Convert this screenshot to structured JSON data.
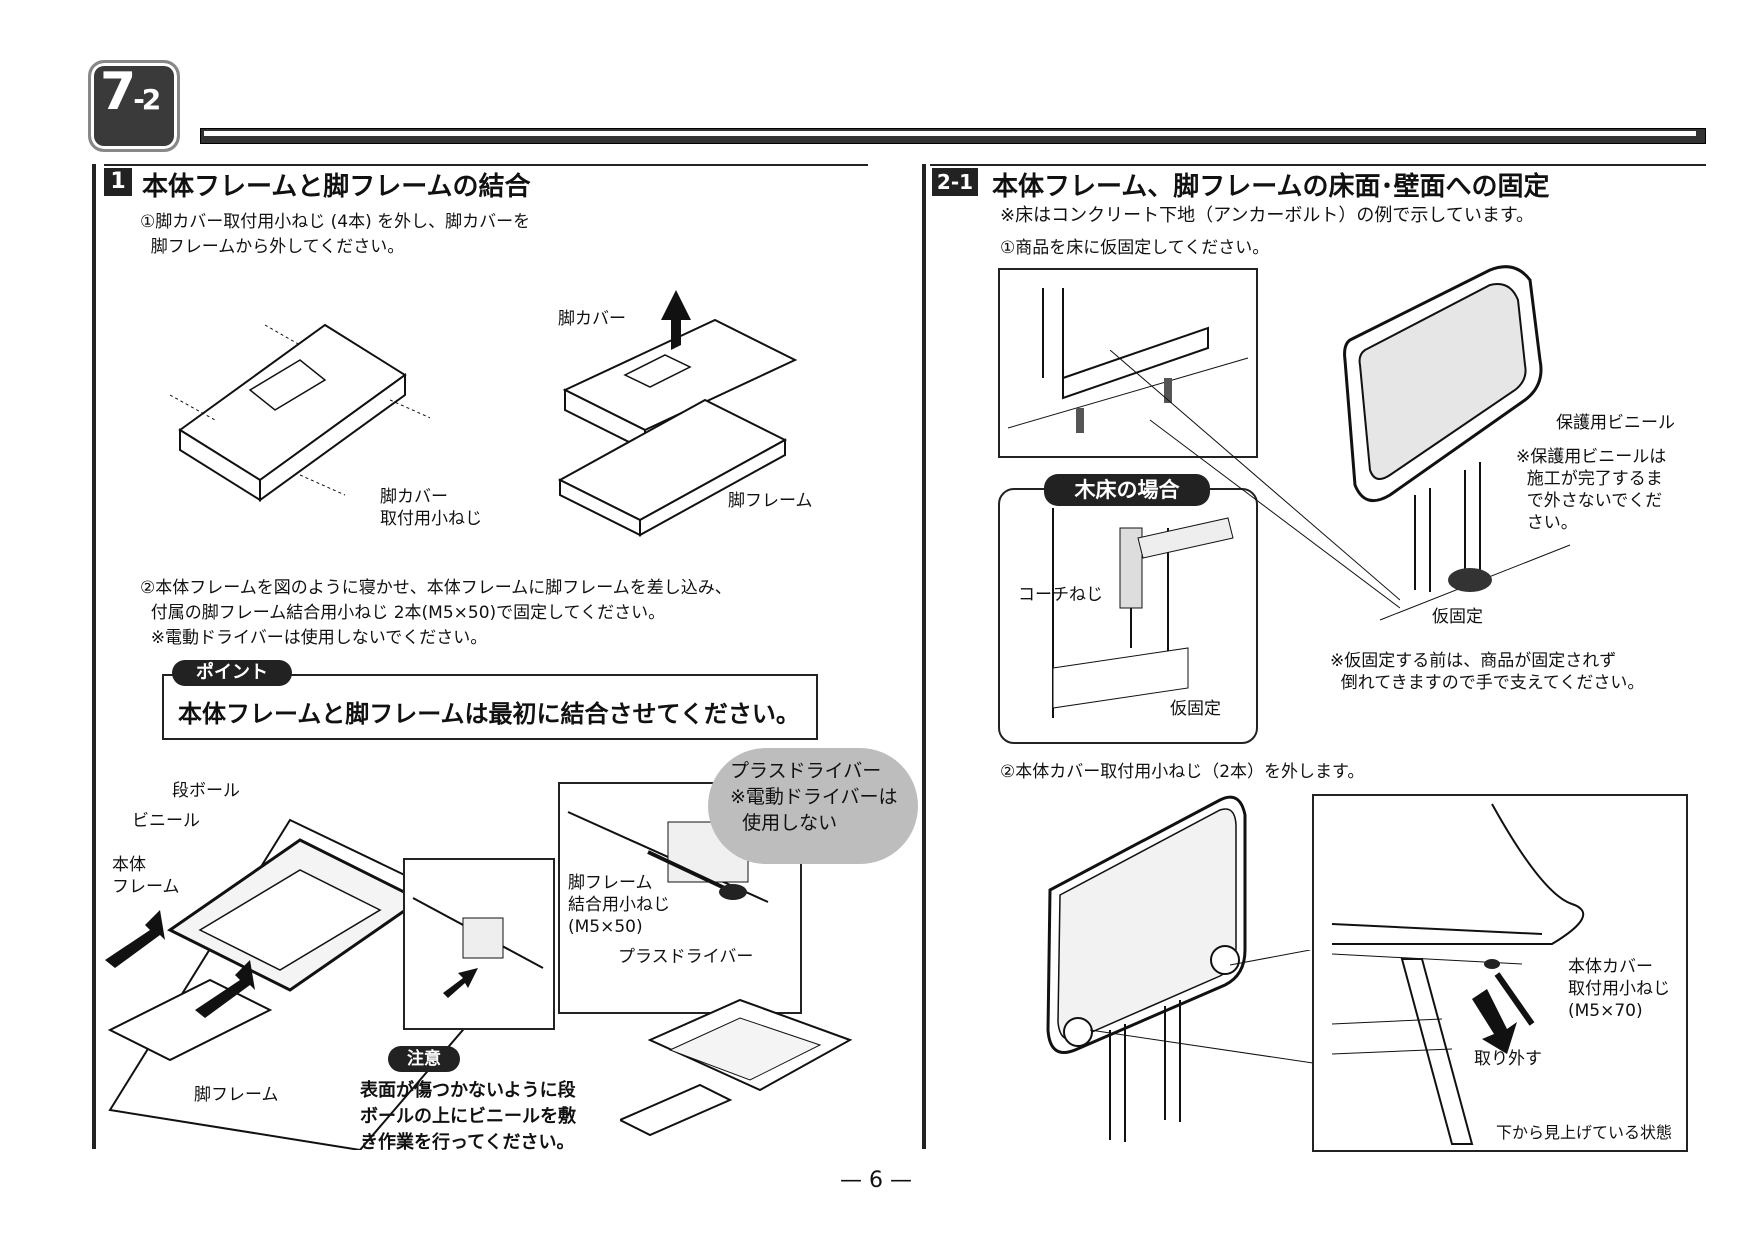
{
  "badge": {
    "main": "7",
    "sub": "-2"
  },
  "left": {
    "section_number": "1",
    "section_title": "本体フレームと脚フレームの結合",
    "step1": "①脚カバー取付用小ねじ (4本) を外し、脚カバーを\n  脚フレームから外してください。",
    "labels": {
      "leg_cover": "脚カバー",
      "leg_cover_screw": "脚カバー\n取付用小ねじ",
      "leg_frame": "脚フレーム"
    },
    "step2": "②本体フレームを図のように寝かせ、本体フレームに脚フレームを差し込み、\n  付属の脚フレーム結合用小ねじ 2本(M5×50)で固定してください。\n  ※電動ドライバーは使用しないでください。",
    "point_label": "ポイント",
    "point_text": "本体フレームと脚フレームは最初に結合させてください。",
    "lower_labels": {
      "cardboard": "段ボール",
      "vinyl": "ビニール",
      "body_frame": "本体\nフレーム",
      "leg_frame": "脚フレーム",
      "leg_frame_screw": "脚フレーム\n結合用小ねじ\n(M5×50)",
      "plus_driver": "プラスドライバー"
    },
    "bubble_text": "プラスドライバー\n※電動ドライバーは\n  使用しない",
    "caution_label": "注意",
    "caution_text": "表面が傷つかないように段\nボールの上にビニールを敷\nき作業を行ってください。"
  },
  "right": {
    "section_number": "2-1",
    "section_title": "本体フレーム、脚フレームの床面･壁面への固定",
    "note": "※床はコンクリート下地（アンカーボルト）の例で示しています。",
    "step1": "①商品を床に仮固定してください。",
    "wood_floor_label": "木床の場合",
    "coach_screw": "コーチねじ",
    "temp_fix_1": "仮固定",
    "temp_fix_2": "仮固定",
    "protect_vinyl": "保護用ビニール",
    "protect_note": "※保護用ビニールは\n  施工が完了するま\n  で外さないでくだ\n  さい。",
    "support_note": "※仮固定する前は、商品が固定されず\n  倒れてきますので手で支えてください。",
    "step2": "②本体カバー取付用小ねじ（2本）を外します。",
    "cover_screw": "本体カバー\n取付用小ねじ\n(M5×70)",
    "remove": "取り外す",
    "view_from_below": "下から見上げている状態"
  },
  "page_number": "— 6 —"
}
